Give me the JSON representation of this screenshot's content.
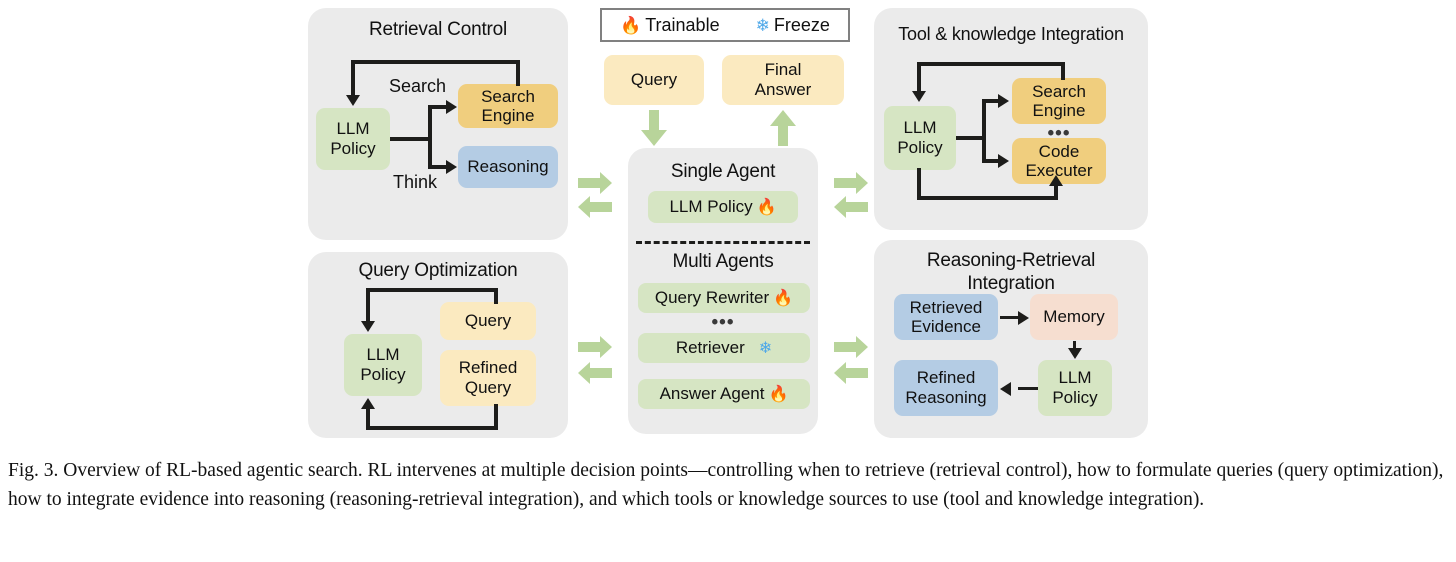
{
  "figure": {
    "caption": "Fig. 3.  Overview of RL-based agentic search. RL intervenes at multiple decision points—controlling when to retrieve (retrieval control), how to formulate queries (query optimization), how to integrate evidence into reasoning (reasoning-retrieval integration), and which tools or knowledge sources to use (tool and knowledge integration)."
  },
  "legend": {
    "trainable_icon": "fire-icon",
    "trainable_glyph": "🔥",
    "trainable_label": "Trainable",
    "freeze_icon": "snowflake-icon",
    "freeze_glyph": "❄",
    "freeze_label": "Freeze"
  },
  "io": {
    "query": "Query",
    "final_answer_line1": "Final",
    "final_answer_line2": "Answer"
  },
  "center": {
    "single_agent_title": "Single Agent",
    "single_agent_policy": "LLM Policy",
    "single_agent_policy_badge": "🔥",
    "multi_agents_title": "Multi Agents",
    "agents": [
      {
        "label": "Query Rewriter",
        "badge": "🔥",
        "badge_name": "fire-icon"
      },
      {
        "label": "Retriever",
        "badge": "❄",
        "badge_name": "snowflake-icon"
      },
      {
        "label": "Answer Agent",
        "badge": "🔥",
        "badge_name": "fire-icon"
      }
    ],
    "ellipsis": "•••"
  },
  "panels": {
    "retrieval_control": {
      "title": "Retrieval Control",
      "policy_line1": "LLM",
      "policy_line2": "Policy",
      "search_label": "Search",
      "think_label": "Think",
      "search_engine_line1": "Search",
      "search_engine_line2": "Engine",
      "reasoning": "Reasoning"
    },
    "query_optimization": {
      "title": "Query Optimization",
      "policy_line1": "LLM",
      "policy_line2": "Policy",
      "query": "Query",
      "refined_line1": "Refined",
      "refined_line2": "Query"
    },
    "tool_knowledge": {
      "title": "Tool & knowledge Integration",
      "policy_line1": "LLM",
      "policy_line2": "Policy",
      "search_engine_line1": "Search",
      "search_engine_line2": "Engine",
      "ellipsis": "•••",
      "code_line1": "Code",
      "code_line2": "Executer"
    },
    "reasoning_retrieval": {
      "title_line1": "Reasoning-Retrieval",
      "title_line2": "Integration",
      "retrieved_line1": "Retrieved",
      "retrieved_line2": "Evidence",
      "memory": "Memory",
      "policy_line1": "LLM",
      "policy_line2": "Policy",
      "refined_line1": "Refined",
      "refined_line2": "Reasoning"
    }
  },
  "colors": {
    "panel_bg": "#ebebeb",
    "green": "#d6e5c3",
    "yellow": "#f0ce7e",
    "light_yellow": "#fbeac0",
    "blue": "#b4cce4",
    "peach": "#f6ded0",
    "green_arrow": "#b8d49a",
    "connector": "#1d1d1b"
  }
}
